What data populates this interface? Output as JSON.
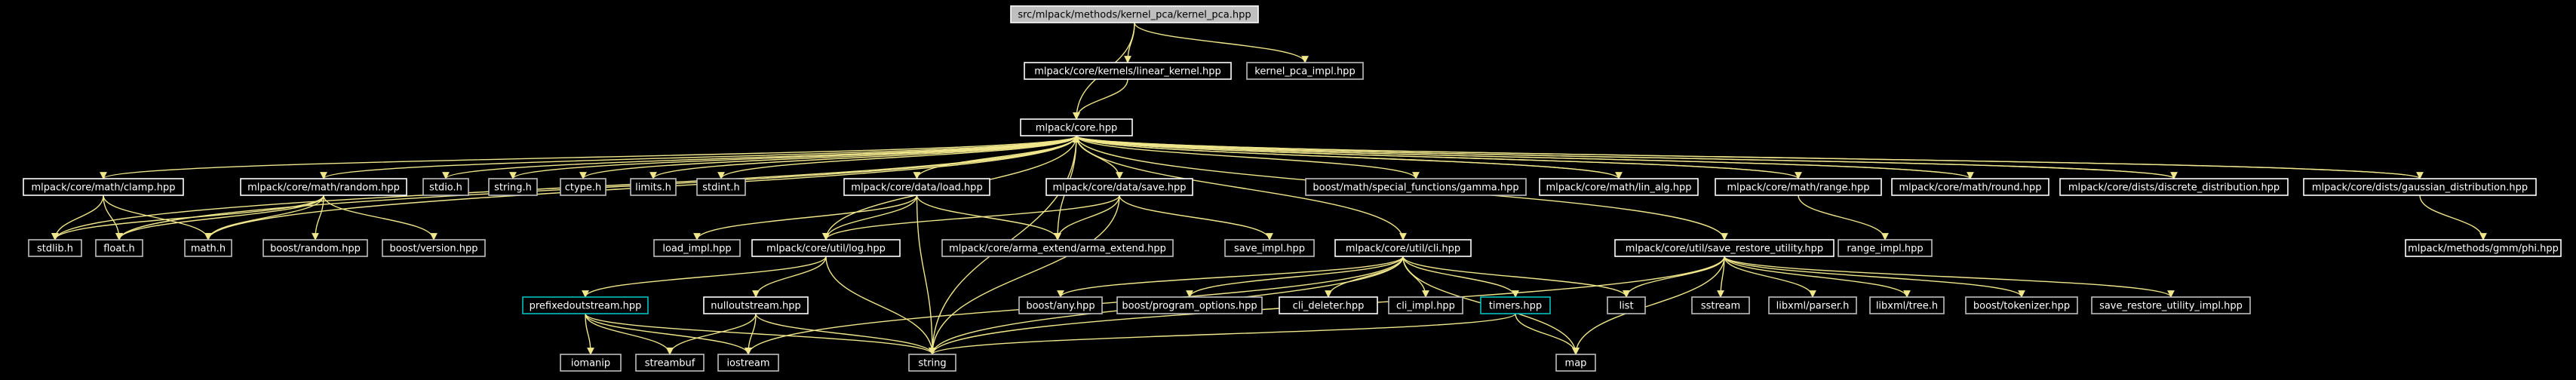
{
  "colors": {
    "background": "#000000",
    "edge": "#f0e68c",
    "node_text": "#ffffff",
    "node_border_gray": "#bfbfbf",
    "node_border_white": "#ffffff",
    "node_border_cyan": "#00c0c0",
    "root_fill": "#bfbfbf",
    "root_text": "#000000"
  },
  "nodes": [
    {
      "id": "root",
      "label": "src/mlpack/methods/kernel_pca/kernel_pca.hpp",
      "style": "root"
    },
    {
      "id": "linear_kernel",
      "label": "mlpack/core/kernels/linear_kernel.hpp",
      "style": "white"
    },
    {
      "id": "kernel_pca_impl",
      "label": "kernel_pca_impl.hpp",
      "style": "gray"
    },
    {
      "id": "core",
      "label": "mlpack/core.hpp",
      "style": "white"
    },
    {
      "id": "clamp",
      "label": "mlpack/core/math/clamp.hpp",
      "style": "white"
    },
    {
      "id": "random",
      "label": "mlpack/core/math/random.hpp",
      "style": "white"
    },
    {
      "id": "stdio",
      "label": "stdio.h",
      "style": "gray"
    },
    {
      "id": "string_h",
      "label": "string.h",
      "style": "gray"
    },
    {
      "id": "ctype",
      "label": "ctype.h",
      "style": "gray"
    },
    {
      "id": "limits",
      "label": "limits.h",
      "style": "gray"
    },
    {
      "id": "stdint",
      "label": "stdint.h",
      "style": "gray"
    },
    {
      "id": "load",
      "label": "mlpack/core/data/load.hpp",
      "style": "white"
    },
    {
      "id": "save",
      "label": "mlpack/core/data/save.hpp",
      "style": "white"
    },
    {
      "id": "gamma",
      "label": "boost/math/special_functions/gamma.hpp",
      "style": "gray"
    },
    {
      "id": "lin_alg",
      "label": "mlpack/core/math/lin_alg.hpp",
      "style": "white"
    },
    {
      "id": "range",
      "label": "mlpack/core/math/range.hpp",
      "style": "white"
    },
    {
      "id": "round",
      "label": "mlpack/core/math/round.hpp",
      "style": "white"
    },
    {
      "id": "discrete",
      "label": "mlpack/core/dists/discrete_distribution.hpp",
      "style": "white"
    },
    {
      "id": "gaussian",
      "label": "mlpack/core/dists/gaussian_distribution.hpp",
      "style": "white"
    },
    {
      "id": "stdlib",
      "label": "stdlib.h",
      "style": "gray"
    },
    {
      "id": "float",
      "label": "float.h",
      "style": "gray"
    },
    {
      "id": "math",
      "label": "math.h",
      "style": "gray"
    },
    {
      "id": "boost_random",
      "label": "boost/random.hpp",
      "style": "gray"
    },
    {
      "id": "boost_version",
      "label": "boost/version.hpp",
      "style": "gray"
    },
    {
      "id": "load_impl",
      "label": "load_impl.hpp",
      "style": "gray"
    },
    {
      "id": "log",
      "label": "mlpack/core/util/log.hpp",
      "style": "white"
    },
    {
      "id": "arma_extend",
      "label": "mlpack/core/arma_extend/arma_extend.hpp",
      "style": "gray"
    },
    {
      "id": "save_impl",
      "label": "save_impl.hpp",
      "style": "gray"
    },
    {
      "id": "cli",
      "label": "mlpack/core/util/cli.hpp",
      "style": "white"
    },
    {
      "id": "save_restore",
      "label": "mlpack/core/util/save_restore_utility.hpp",
      "style": "white"
    },
    {
      "id": "range_impl",
      "label": "range_impl.hpp",
      "style": "gray"
    },
    {
      "id": "phi",
      "label": "mlpack/methods/gmm/phi.hpp",
      "style": "white"
    },
    {
      "id": "prefixed",
      "label": "prefixedoutstream.hpp",
      "style": "cyan"
    },
    {
      "id": "nullout",
      "label": "nulloutstream.hpp",
      "style": "white"
    },
    {
      "id": "any",
      "label": "boost/any.hpp",
      "style": "gray"
    },
    {
      "id": "program_options",
      "label": "boost/program_options.hpp",
      "style": "gray"
    },
    {
      "id": "cli_deleter",
      "label": "cli_deleter.hpp",
      "style": "white"
    },
    {
      "id": "cli_impl",
      "label": "cli_impl.hpp",
      "style": "gray"
    },
    {
      "id": "timers",
      "label": "timers.hpp",
      "style": "cyan"
    },
    {
      "id": "list",
      "label": "list",
      "style": "gray"
    },
    {
      "id": "sstream",
      "label": "sstream",
      "style": "gray"
    },
    {
      "id": "parser",
      "label": "libxml/parser.h",
      "style": "gray"
    },
    {
      "id": "tree",
      "label": "libxml/tree.h",
      "style": "gray"
    },
    {
      "id": "tokenizer",
      "label": "boost/tokenizer.hpp",
      "style": "gray"
    },
    {
      "id": "sru_impl",
      "label": "save_restore_utility_impl.hpp",
      "style": "gray"
    },
    {
      "id": "iomanip",
      "label": "iomanip",
      "style": "gray"
    },
    {
      "id": "streambuf",
      "label": "streambuf",
      "style": "gray"
    },
    {
      "id": "iostream",
      "label": "iostream",
      "style": "gray"
    },
    {
      "id": "string",
      "label": "string",
      "style": "gray"
    },
    {
      "id": "map",
      "label": "map",
      "style": "gray"
    }
  ],
  "edges": [
    [
      "root",
      "linear_kernel"
    ],
    [
      "root",
      "kernel_pca_impl"
    ],
    [
      "root",
      "core"
    ],
    [
      "linear_kernel",
      "core"
    ],
    [
      "core",
      "clamp"
    ],
    [
      "core",
      "random"
    ],
    [
      "core",
      "stdio"
    ],
    [
      "core",
      "string_h"
    ],
    [
      "core",
      "ctype"
    ],
    [
      "core",
      "limits"
    ],
    [
      "core",
      "stdint"
    ],
    [
      "core",
      "load"
    ],
    [
      "core",
      "save"
    ],
    [
      "core",
      "gamma"
    ],
    [
      "core",
      "lin_alg"
    ],
    [
      "core",
      "range"
    ],
    [
      "core",
      "round"
    ],
    [
      "core",
      "discrete"
    ],
    [
      "core",
      "gaussian"
    ],
    [
      "core",
      "stdlib"
    ],
    [
      "core",
      "float"
    ],
    [
      "core",
      "math"
    ],
    [
      "core",
      "log"
    ],
    [
      "core",
      "arma_extend"
    ],
    [
      "core",
      "cli"
    ],
    [
      "core",
      "save_restore"
    ],
    [
      "core",
      "string"
    ],
    [
      "clamp",
      "stdlib"
    ],
    [
      "clamp",
      "float"
    ],
    [
      "clamp",
      "math"
    ],
    [
      "random",
      "stdlib"
    ],
    [
      "random",
      "float"
    ],
    [
      "random",
      "math"
    ],
    [
      "random",
      "boost_random"
    ],
    [
      "random",
      "boost_version"
    ],
    [
      "load",
      "load_impl"
    ],
    [
      "load",
      "log"
    ],
    [
      "load",
      "arma_extend"
    ],
    [
      "load",
      "string"
    ],
    [
      "save",
      "log"
    ],
    [
      "save",
      "arma_extend"
    ],
    [
      "save",
      "save_impl"
    ],
    [
      "save",
      "string"
    ],
    [
      "lin_alg",
      "core"
    ],
    [
      "range",
      "core"
    ],
    [
      "range",
      "range_impl"
    ],
    [
      "round",
      "core"
    ],
    [
      "discrete",
      "core"
    ],
    [
      "gaussian",
      "core"
    ],
    [
      "gaussian",
      "phi"
    ],
    [
      "log",
      "prefixed"
    ],
    [
      "log",
      "nullout"
    ],
    [
      "log",
      "string"
    ],
    [
      "cli",
      "any"
    ],
    [
      "cli",
      "program_options"
    ],
    [
      "cli",
      "cli_deleter"
    ],
    [
      "cli",
      "cli_impl"
    ],
    [
      "cli",
      "timers"
    ],
    [
      "cli",
      "list"
    ],
    [
      "cli",
      "map"
    ],
    [
      "cli",
      "iostream"
    ],
    [
      "cli",
      "string"
    ],
    [
      "save_restore",
      "list"
    ],
    [
      "save_restore",
      "sstream"
    ],
    [
      "save_restore",
      "parser"
    ],
    [
      "save_restore",
      "tree"
    ],
    [
      "save_restore",
      "tokenizer"
    ],
    [
      "save_restore",
      "sru_impl"
    ],
    [
      "save_restore",
      "map"
    ],
    [
      "save_restore",
      "string"
    ],
    [
      "prefixed",
      "iomanip"
    ],
    [
      "prefixed",
      "streambuf"
    ],
    [
      "prefixed",
      "iostream"
    ],
    [
      "prefixed",
      "string"
    ],
    [
      "nullout",
      "streambuf"
    ],
    [
      "nullout",
      "iostream"
    ],
    [
      "nullout",
      "string"
    ],
    [
      "timers",
      "map"
    ],
    [
      "timers",
      "string"
    ]
  ]
}
